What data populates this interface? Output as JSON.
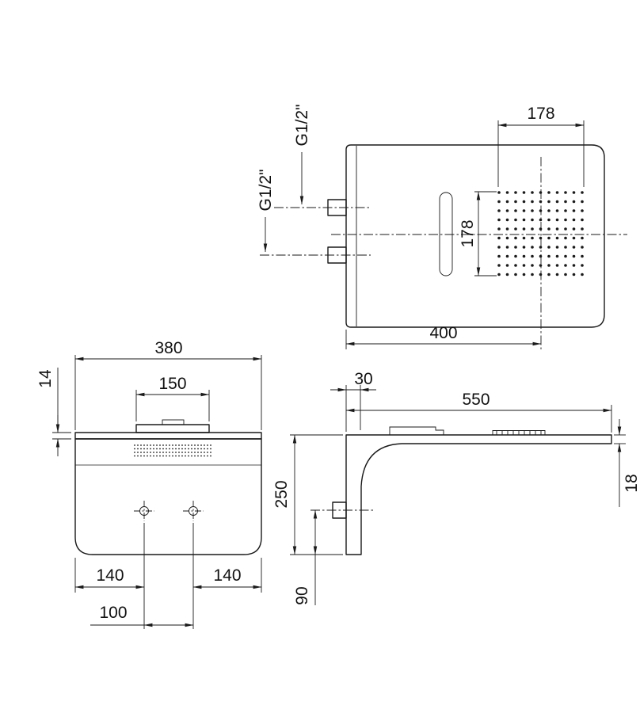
{
  "colors": {
    "line": "#1a1a1a",
    "background": "#ffffff"
  },
  "views": {
    "front": {
      "dim_grid_width": "178",
      "dim_grid_height": "178",
      "dim_edge_to_center": "400",
      "inlet_upper_thread": "G1/2\"",
      "inlet_lower_thread": "G1/2\""
    },
    "plan": {
      "dim_overall_width": "380",
      "dim_mount_block_width": "150",
      "dim_plate_thickness": "14",
      "dim_hole_from_left_edge": "140",
      "dim_hole_from_right_edge": "140",
      "dim_hole_spacing": "100"
    },
    "side": {
      "dim_wall_plate_thickness": "30",
      "dim_overall_length": "550",
      "dim_wall_plate_height": "250",
      "dim_head_thickness": "18",
      "dim_inlet_from_bottom": "90"
    }
  }
}
